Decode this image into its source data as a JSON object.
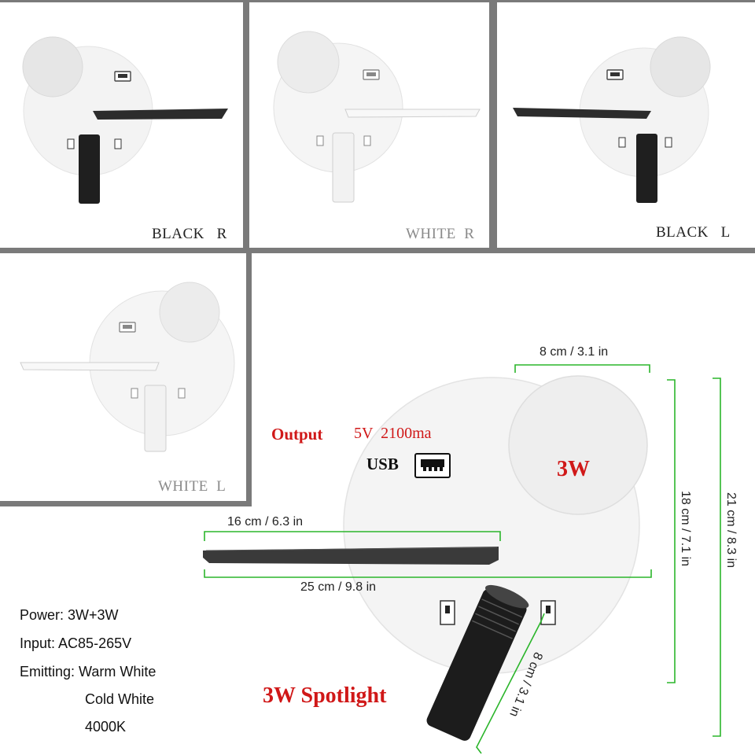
{
  "variants": [
    {
      "label": "BLACK   R",
      "color": "#222222"
    },
    {
      "label": "WHITE  R",
      "color": "#8a8a8a"
    },
    {
      "label": "BLACK   L",
      "color": "#222222"
    },
    {
      "label": "WHITE  L",
      "color": "#8a8a8a"
    }
  ],
  "product": {
    "output_label": "Output",
    "output_value": "5V  2100ma",
    "usb_label": "USB",
    "lamp_power": "3W",
    "spotlight_label": "3W Spotlight"
  },
  "dimensions": {
    "lamp_width": "8 cm / 3.1 in",
    "shelf_width": "16 cm / 6.3 in",
    "plate_width": "25 cm / 9.8 in",
    "plate_height": "18 cm / 7.1 in",
    "total_height": "21 cm / 8.3 in",
    "spotlight_length": "8 cm / 3.1 in"
  },
  "specs": {
    "power": "Power: 3W+3W",
    "input": "Input: AC85-265V",
    "emitting": "Emitting: Warm White",
    "emitting_2": "Cold White",
    "cct": "4000K"
  },
  "colors": {
    "accent_red": "#d01818",
    "dimension_green": "#2bb52b",
    "frame_gray": "#7a7a7a"
  }
}
